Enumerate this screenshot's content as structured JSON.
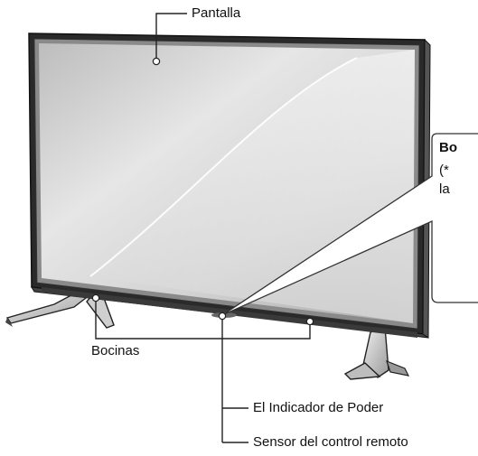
{
  "labels": {
    "screen": "Pantalla",
    "speakers": "Bocinas",
    "power_indicator": "El Indicador de Poder",
    "remote_sensor": "Sensor del control remoto"
  },
  "callout": {
    "title": "Bo",
    "line1": "(*",
    "line2": "la"
  },
  "colors": {
    "bezel": "#1f1f1f",
    "screen_light": "#f4f4f4",
    "screen_mid": "#d4d4d4",
    "screen_dark": "#a9a9a9",
    "leader": "#222222"
  }
}
